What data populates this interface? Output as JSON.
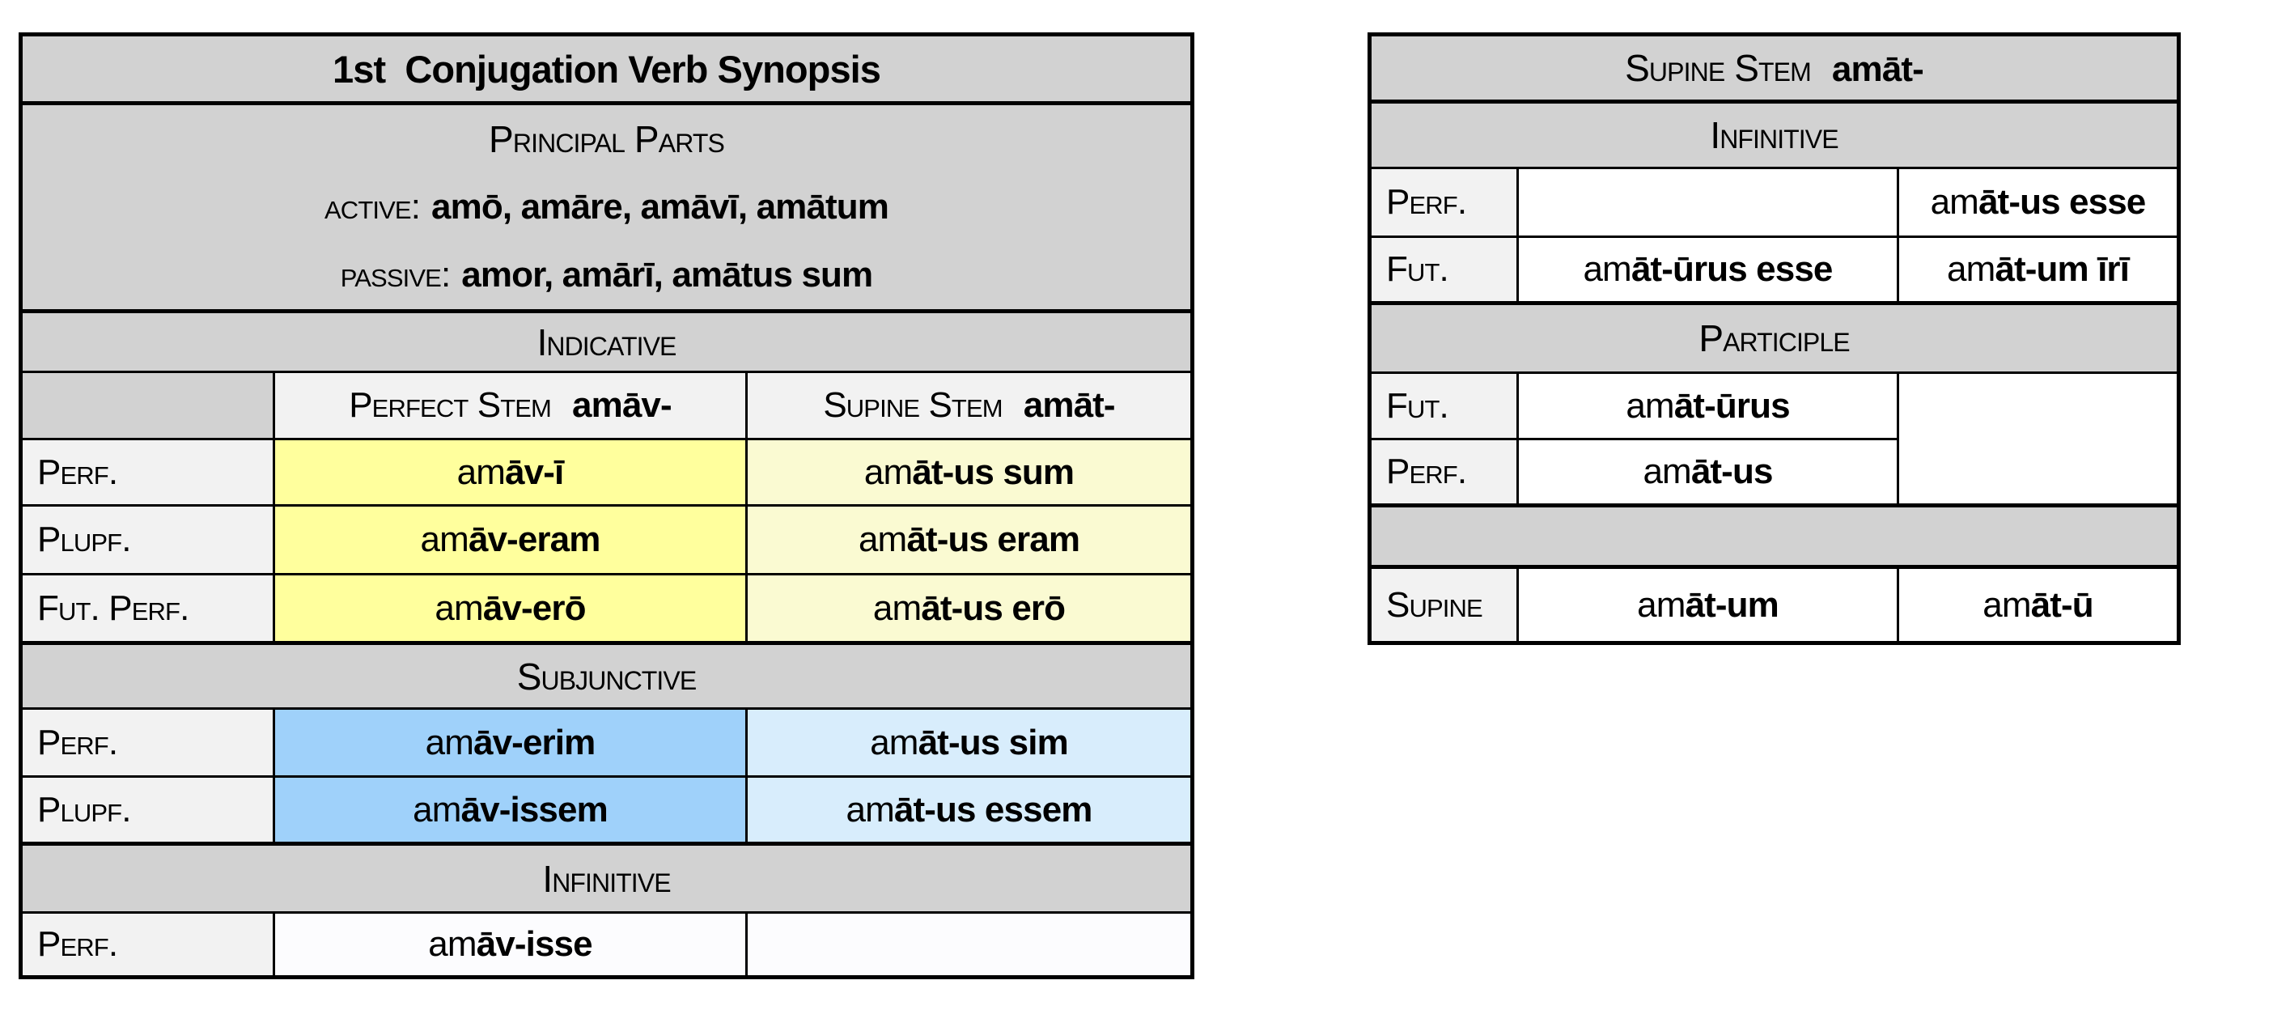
{
  "colors": {
    "header_gray": "#d2d2d2",
    "label_gray": "#f2f2f2",
    "indicative_active_yellow": "#ffff9d",
    "indicative_passive_pale_yellow": "#fafad2",
    "subjunctive_active_blue": "#9fd1fa",
    "subjunctive_passive_pale_blue": "#d8edfc",
    "border_black": "#000000"
  },
  "left_table": {
    "title": "1st  Conjugation Verb Synopsis",
    "principal_parts": {
      "heading": "Principal Parts",
      "active_label": "active:",
      "active_forms": "amō, amāre, amāvī, amātum",
      "passive_label": "passive:",
      "passive_forms": "amor, amārī, amātus sum"
    },
    "section_indicative": "Indicative",
    "stem_headers": {
      "perfect_label": "Perfect Stem",
      "perfect_stem": "amāv-",
      "supine_label": "Supine Stem",
      "supine_stem": "amāt-"
    },
    "indicative_rows": [
      {
        "label": "Perf.",
        "active": {
          "plain": "am",
          "bold": "āv-ī"
        },
        "passive": {
          "plain": "am",
          "bold": "āt-us sum"
        }
      },
      {
        "label": "Plupf.",
        "active": {
          "plain": "am",
          "bold": "āv-eram"
        },
        "passive": {
          "plain": "am",
          "bold": "āt-us eram"
        }
      },
      {
        "label": "Fut. Perf.",
        "active": {
          "plain": "am",
          "bold": "āv-erō"
        },
        "passive": {
          "plain": "am",
          "bold": "āt-us erō"
        }
      }
    ],
    "section_subjunctive": "Subjunctive",
    "subjunctive_rows": [
      {
        "label": "Perf.",
        "active": {
          "plain": "am",
          "bold": "āv-erim"
        },
        "passive": {
          "plain": "am",
          "bold": "āt-us sim"
        }
      },
      {
        "label": "Plupf.",
        "active": {
          "plain": "am",
          "bold": "āv-issem"
        },
        "passive": {
          "plain": "am",
          "bold": "āt-us essem"
        }
      }
    ],
    "section_infinitive": "Infinitive",
    "infinitive_rows": [
      {
        "label": "Perf.",
        "active": {
          "plain": "am",
          "bold": "āv-isse"
        },
        "passive": {
          "plain": "",
          "bold": ""
        }
      }
    ]
  },
  "right_table": {
    "header": {
      "label": "Supine Stem",
      "stem": "amāt-"
    },
    "section_infinitive": "Infinitive",
    "infinitive_rows": [
      {
        "label": "Perf.",
        "mid": {
          "plain": "",
          "bold": ""
        },
        "right": {
          "plain": "am",
          "bold": "āt-us esse"
        }
      },
      {
        "label": "Fut.",
        "mid": {
          "plain": "am",
          "bold": "āt-ūrus esse"
        },
        "right": {
          "plain": "am",
          "bold": "āt-um īrī"
        }
      }
    ],
    "section_participle": "Participle",
    "participle_rows": [
      {
        "label": "Fut.",
        "mid": {
          "plain": "am",
          "bold": "āt-ūrus"
        }
      },
      {
        "label": "Perf.",
        "mid": {
          "plain": "am",
          "bold": "āt-us"
        }
      }
    ],
    "supine_row": {
      "label": "Supine",
      "mid": {
        "plain": "am",
        "bold": "āt-um"
      },
      "right": {
        "plain": "am",
        "bold": "āt-ū"
      }
    }
  }
}
